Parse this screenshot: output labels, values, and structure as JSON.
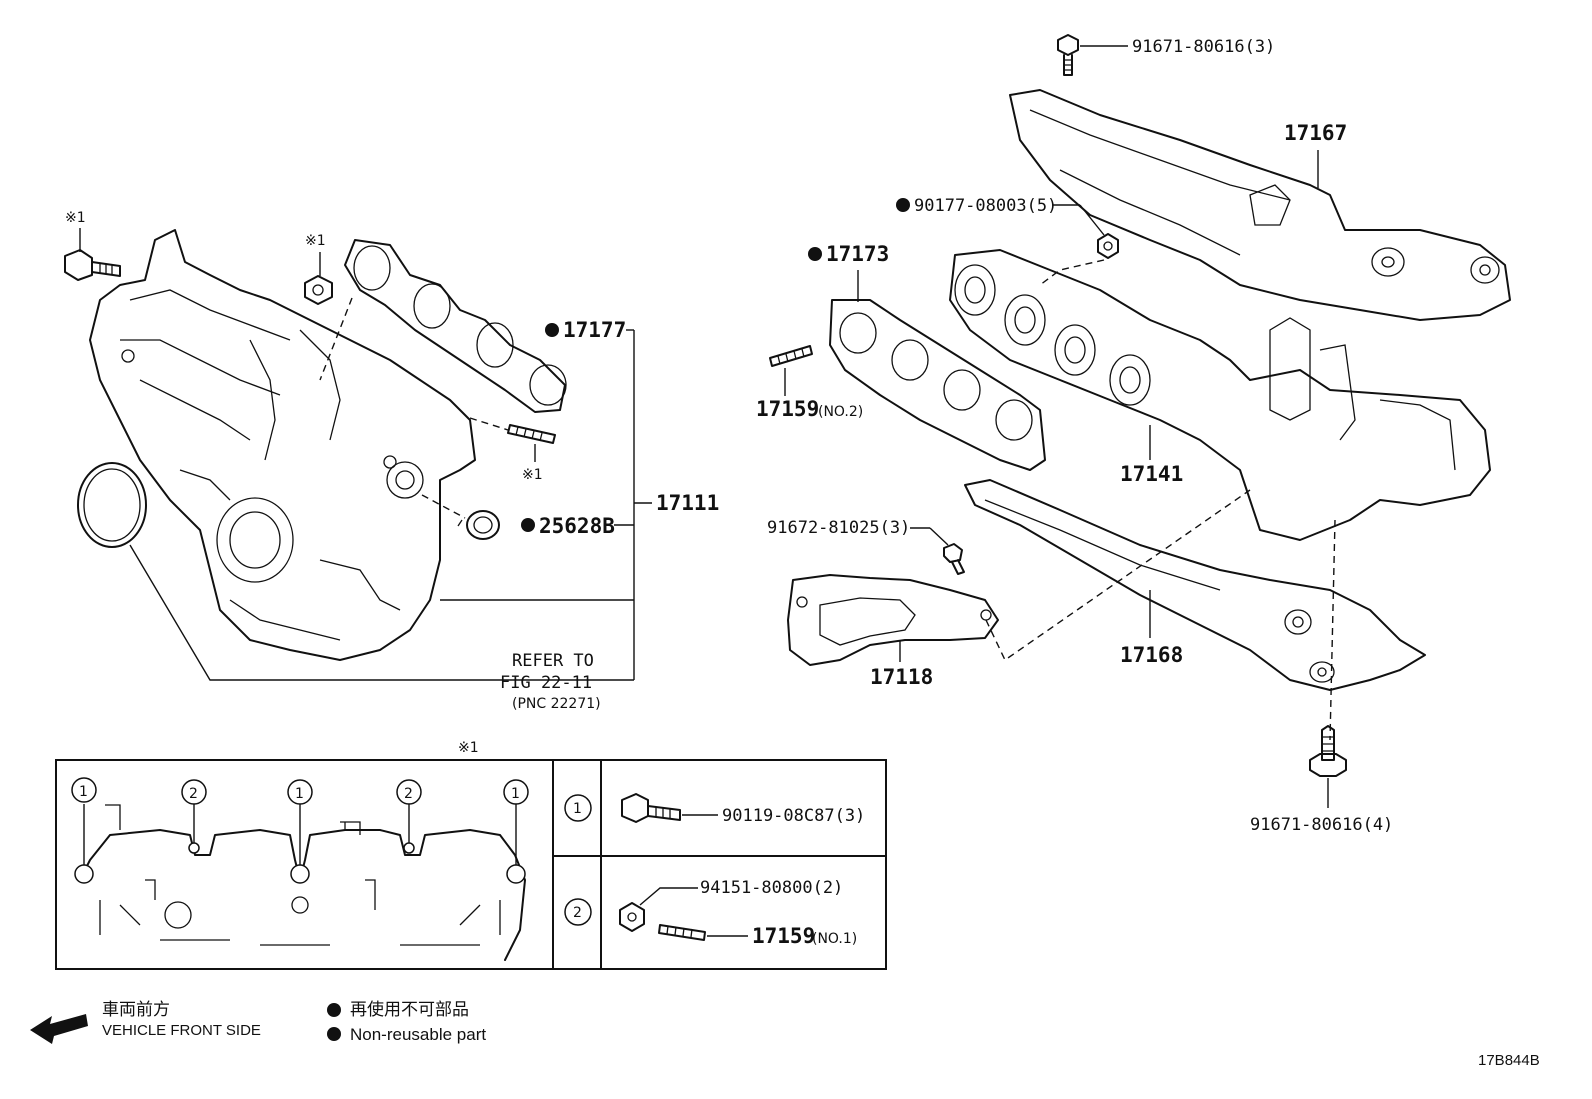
{
  "callouts": {
    "bolt_top_right": "91671-80616(3)",
    "heat_insulator_upper": "17167",
    "nut_90177": "90177-08003(5)",
    "gasket_17173": "17173",
    "stud_17159_no2_code": "17159",
    "stud_17159_no2_suffix": "(NO.2)",
    "exhaust_manifold": "17141",
    "bolt_91672": "91672-81025(3)",
    "heat_insulator_lower": "17168",
    "bracket_17118": "17118",
    "bolt_bottom_right": "91671-80616(4)",
    "gasket_17177": "17177",
    "assembly_17111": "17111",
    "gasket_25628b": "25628B",
    "note_ref": "※1",
    "refer_line1": "REFER TO",
    "refer_line2": "FIG 22-11",
    "refer_line3": "(PNC 22271)",
    "drawing_id": "17B844B"
  },
  "detail_table": {
    "header_mark": "※1",
    "row1_index": "1",
    "row1_part": "90119-08C87(3)",
    "row2_index": "2",
    "row2_part_a": "94151-80800(2)",
    "row2_part_b_code": "17159",
    "row2_part_b_suffix": "(NO.1)",
    "gasket_markers": [
      "1",
      "2",
      "1",
      "2",
      "1"
    ]
  },
  "legend": {
    "front_jp": "車両前方",
    "front_en": "VEHICLE FRONT SIDE",
    "nonreuse_jp": "再使用不可部品",
    "nonreuse_en": "Non-reusable part"
  },
  "icons": {
    "arrow": "arrow-left-icon",
    "nonreusable": "filled-dot-icon"
  }
}
